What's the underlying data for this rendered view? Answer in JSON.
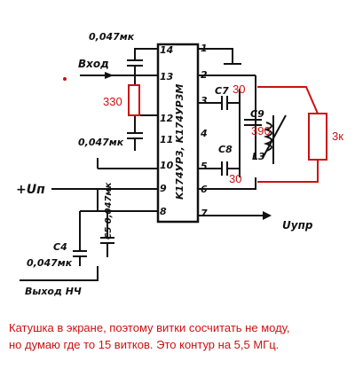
{
  "chip": {
    "label": "K174УР3, K174УР3М"
  },
  "pins": {
    "p14": "14",
    "p13": "13",
    "p12": "12",
    "p11": "11",
    "p10": "10",
    "p9": "9",
    "p8": "8",
    "p1": "1",
    "p2": "2",
    "p3": "3",
    "p4": "4",
    "p5": "5",
    "p6": "6",
    "p7": "7"
  },
  "labels": {
    "cap_top": "0,047мк",
    "input": "Вход",
    "cap_mid": "0,047мк",
    "supply": "+Uп",
    "c5": "C5 0,047мк",
    "c4": "C4",
    "c4_value": "0,047мк",
    "output": "Выход НЧ",
    "c7": "C7",
    "c9": "C9",
    "c8": "C8",
    "l3": "L3",
    "uupr": "Uупр"
  },
  "annotations": {
    "r_input": "330",
    "c7_value": "30",
    "c9_value": "390",
    "c8_value": "30",
    "r_shunt": "3к"
  },
  "caption": {
    "line1": "Катушка в экране, поэтому витки сосчитать не моду,",
    "line2": "но думаю где то 15 витков. Это контур на 5,5 МГц."
  },
  "colors": {
    "annotation": "#cc1111",
    "ink": "#111111"
  }
}
